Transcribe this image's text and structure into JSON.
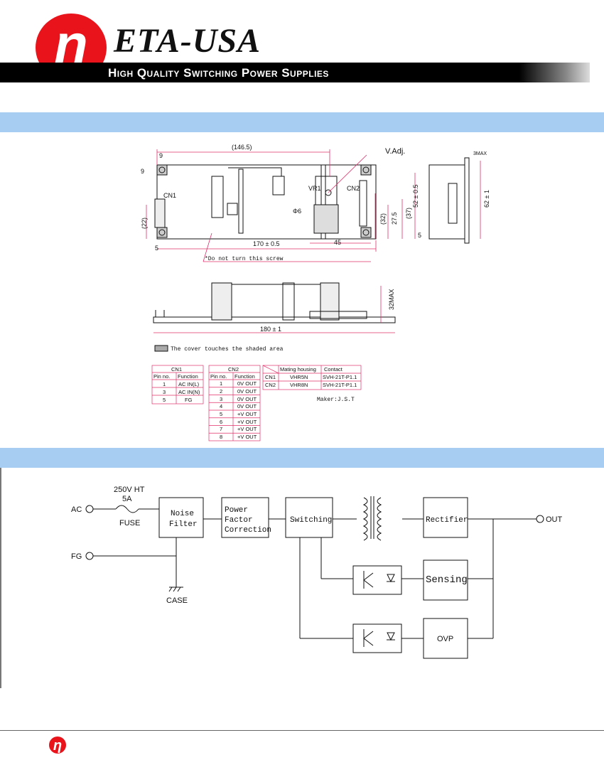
{
  "header": {
    "brand": "ETA-USA",
    "tagline": "High Quality Switching Power Supplies",
    "logo_glyph": "η"
  },
  "colors": {
    "section_bar": "#a7cdf2",
    "logo_red": "#e8131b",
    "dimension_pink": "#e0306a"
  },
  "drawing": {
    "dim_146": "(146.5)",
    "dim_9a": "9",
    "dim_9b": "9",
    "dim_22": "(22)",
    "dim_5a": "5",
    "dim_170": "170 ± 0.5",
    "dim_45": "45",
    "dim_phi6": "Φ6",
    "dim_32": "(32)",
    "dim_27_5": "27.5",
    "dim_37": "(37)",
    "dim_52": "52 ± 0.5",
    "dim_5b": "5",
    "dim_3max": "3MAX",
    "dim_62": "62 ± 1",
    "dim_32max": "32MAX",
    "dim_180": "180 ± 1",
    "v_adj": "V.Adj.",
    "vr1": "VR1",
    "cn1": "CN1",
    "cn2": "CN2",
    "screw_note": "*Do not turn this screw",
    "cover_note": "The cover touches the shaded area",
    "maker": "Maker:J.S.T"
  },
  "cn1_table": {
    "title": "CN1",
    "headers": [
      "Pin no.",
      "Function"
    ],
    "rows": [
      [
        "1",
        "AC IN(L)"
      ],
      [
        "3",
        "AC IN(N)"
      ],
      [
        "5",
        "FG"
      ]
    ]
  },
  "cn2_table": {
    "title": "CN2",
    "headers": [
      "Pin no.",
      "Function"
    ],
    "rows": [
      [
        "1",
        "0V OUT"
      ],
      [
        "2",
        "0V OUT"
      ],
      [
        "3",
        "0V OUT"
      ],
      [
        "4",
        "0V OUT"
      ],
      [
        "5",
        "+V OUT"
      ],
      [
        "6",
        "+V OUT"
      ],
      [
        "7",
        "+V OUT"
      ],
      [
        "8",
        "+V OUT"
      ]
    ]
  },
  "mating_table": {
    "headers": [
      "",
      "Mating housing",
      "Contact"
    ],
    "rows": [
      [
        "CN1",
        "VHR5N",
        "SVH-21T-P1.1"
      ],
      [
        "CN2",
        "VHR8N",
        "SVH-21T-P1.1"
      ]
    ]
  },
  "block_diagram": {
    "ac": "AC",
    "fg": "FG",
    "fuse_rating_1": "250V HT",
    "fuse_rating_2": "5A",
    "fuse": "FUSE",
    "case": "CASE",
    "noise_filter_1": "Noise",
    "noise_filter_2": "Filter",
    "pfc_1": "Power",
    "pfc_2": "Factor",
    "pfc_3": "Correction",
    "switching": "Switching",
    "rectifier": "Rectifier",
    "sensing": "Sensing",
    "ovp": "OVP",
    "out": "OUT"
  }
}
